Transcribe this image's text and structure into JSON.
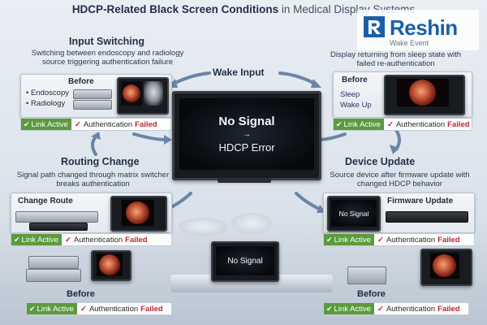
{
  "title": {
    "bold": "HDCP-Related Black Screen Conditions",
    "normal": " in Medical Display Systems"
  },
  "logo": {
    "brand": "Reshin",
    "sub": "Wake Event"
  },
  "center": {
    "line1": "No Signal",
    "arrow": "→",
    "line2": "HDCP Error"
  },
  "wake_input_label": "Wake Input",
  "sections": {
    "input_switching": {
      "heading": "Input Switching",
      "desc": "Switching between endoscopy and radiology source triggering authentication failure",
      "panel_label": "Before",
      "items": [
        "Endoscopy",
        "Radiology"
      ]
    },
    "wake": {
      "desc": "Display returning from sleep state with failed re-authentication",
      "panel_label": "Before",
      "items": [
        "Sleep",
        "Wake Up"
      ]
    },
    "routing_change": {
      "heading": "Routing Change",
      "desc": "Signal path changed through matrix switcher breaks authentication",
      "panel_label": "Change Route"
    },
    "device_update": {
      "heading": "Device Update",
      "desc": "Source device after firmware update with changed HDCP behavior",
      "panel_label": "Firmware Update",
      "screen_text": "No Signal"
    }
  },
  "bottom": {
    "center_screen_text": "No Signal",
    "left_label": "Before",
    "right_label": "Before"
  },
  "status": {
    "link": "Link Active",
    "auth": "Authentication",
    "failed": "Failed"
  },
  "colors": {
    "link_active": "#5c9a3e",
    "failed": "#c0282d",
    "brand": "#1a5fa8",
    "arrow": "#6a85a6"
  },
  "icons": [
    "check-icon",
    "cross-icon",
    "arrow-icon",
    "monitor-icon",
    "device-icon",
    "reshin-logo-icon"
  ]
}
